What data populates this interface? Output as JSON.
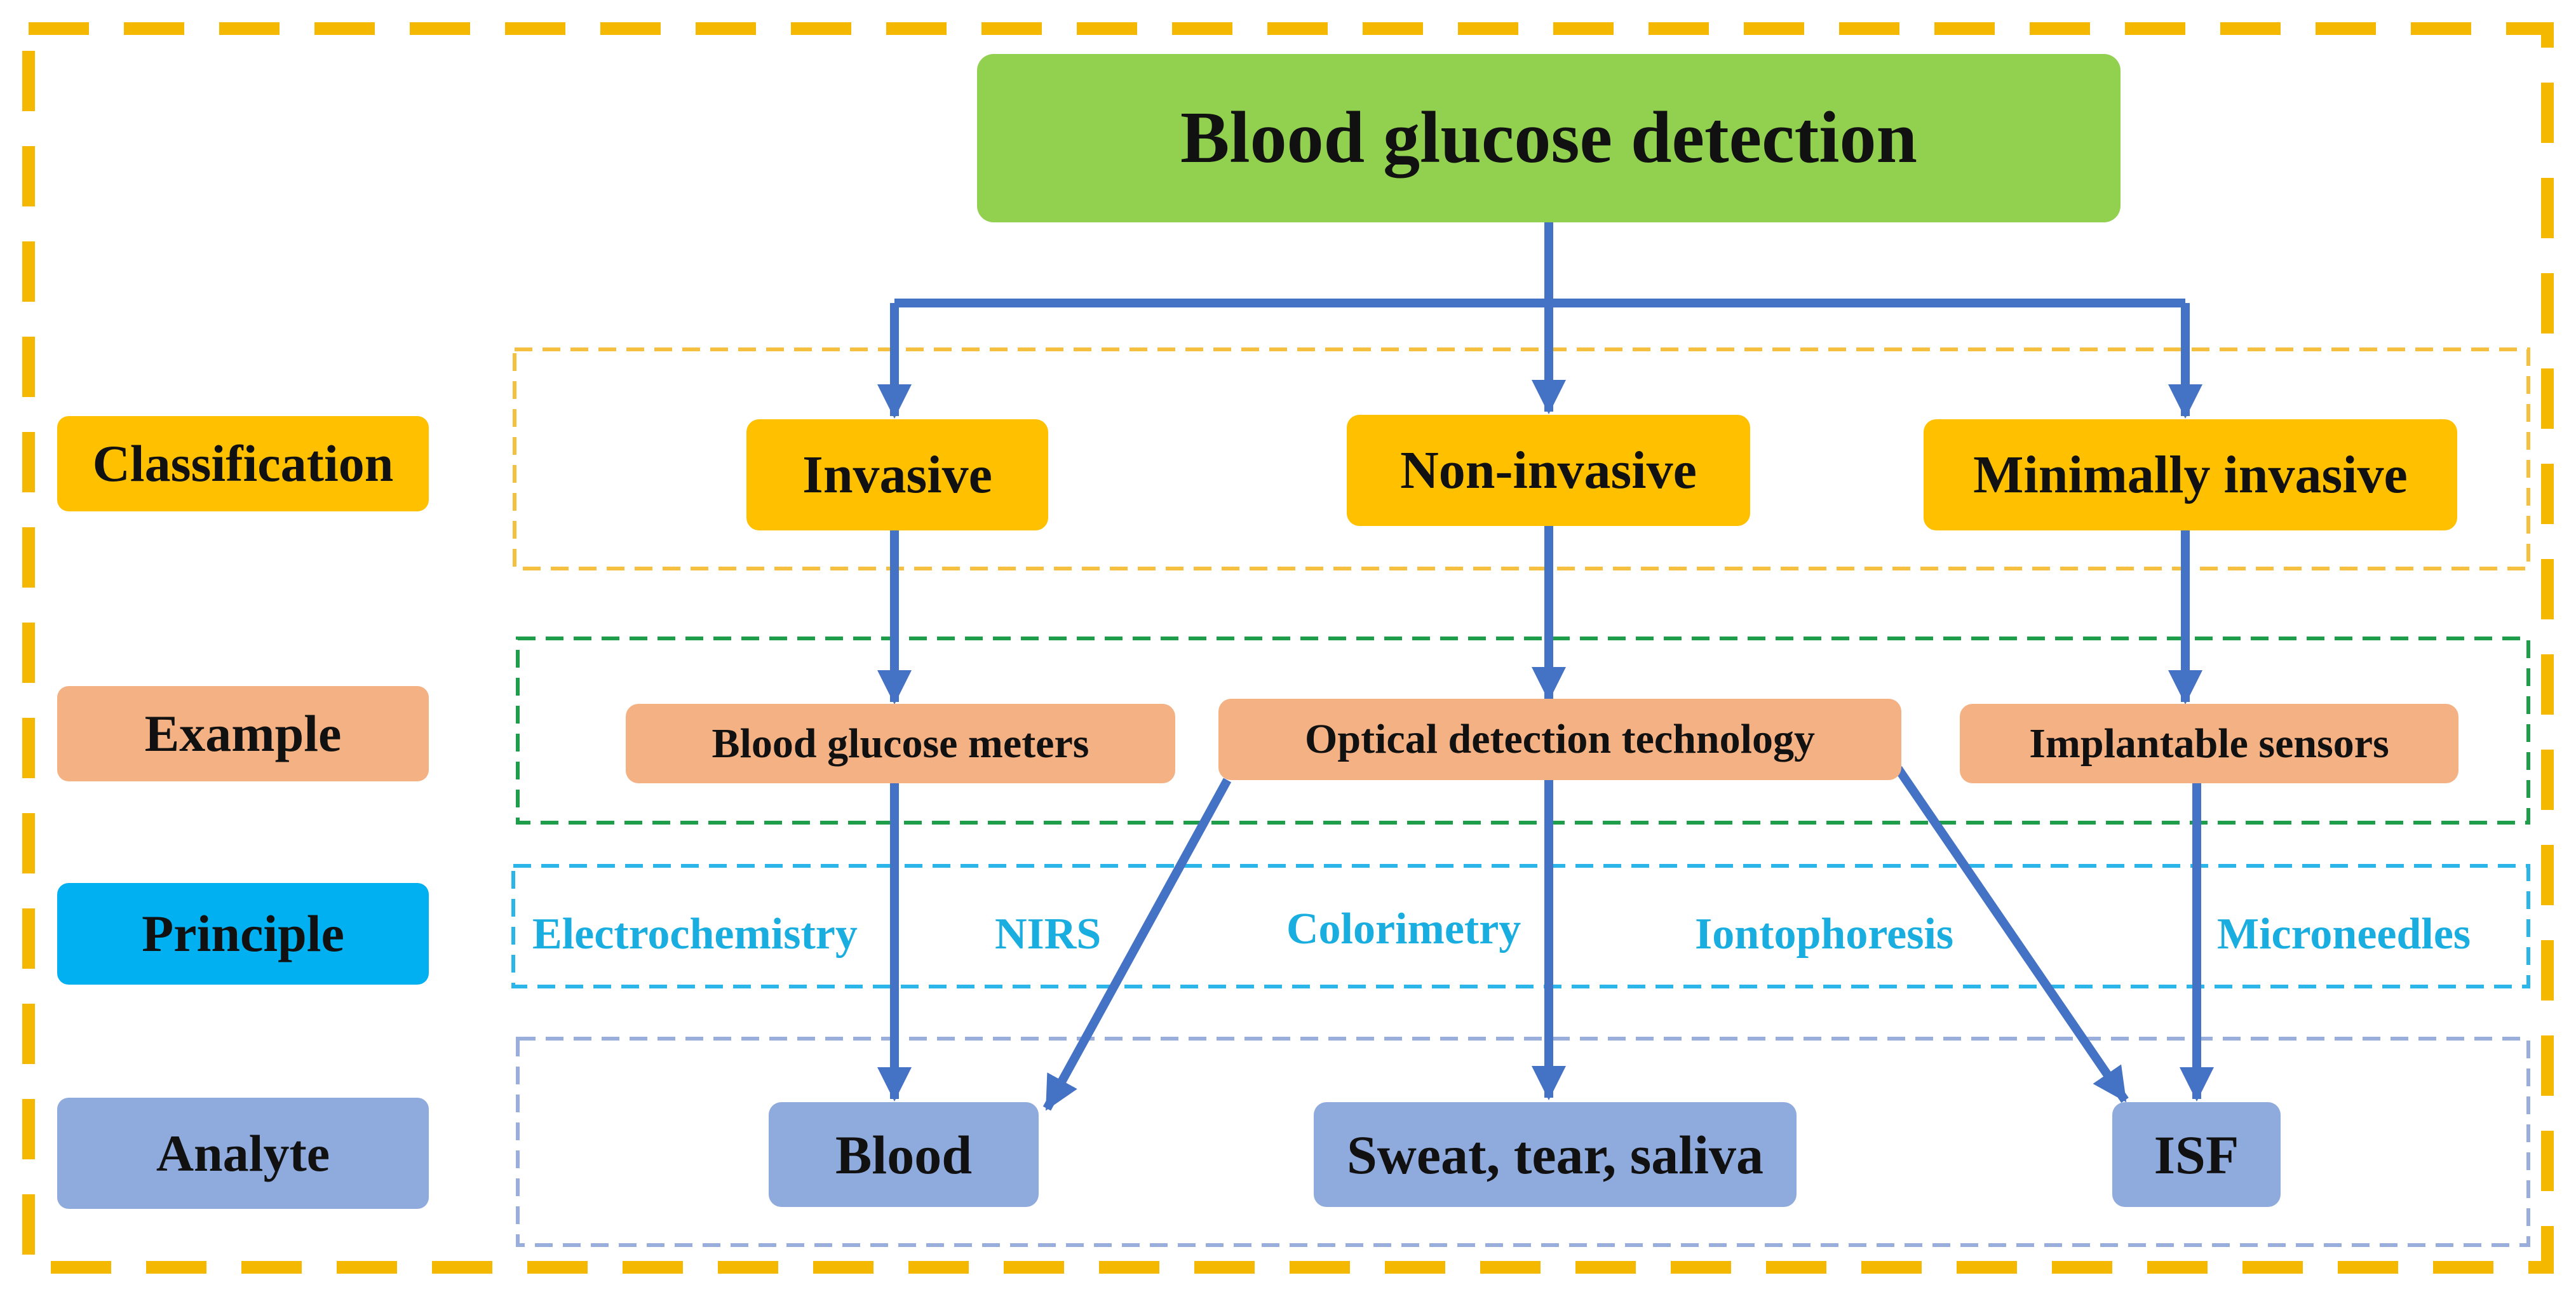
{
  "colors": {
    "outer_border": "#F5B800",
    "arrow": "#4472C4",
    "title_fill": "#92D050",
    "classification_fill": "#FFC000",
    "example_fill": "#F4B183",
    "principle_fill": "#00B0F0",
    "analyte_fill": "#8FAADC",
    "classification_dash": "#F5C040",
    "example_dash": "#1E9E4A",
    "principle_dash": "#2BB5E8",
    "analyte_dash": "#9AAEDC",
    "principle_text": "#1AAEE0"
  },
  "title": "Blood glucose detection",
  "row_labels": {
    "classification": "Classification",
    "example": "Example",
    "principle": "Principle",
    "analyte": "Analyte"
  },
  "classification": {
    "invasive": "Invasive",
    "non_invasive": "Non-invasive",
    "minimally_invasive": "Minimally invasive"
  },
  "example": {
    "meters": "Blood glucose meters",
    "optical": "Optical detection technology",
    "implantable": "Implantable sensors"
  },
  "principle": {
    "electrochemistry": "Electrochemistry",
    "nirs": "NIRS",
    "colorimetry": "Colorimetry",
    "iontophoresis": "Iontophoresis",
    "microneedles": "Microneedles"
  },
  "analyte": {
    "blood": "Blood",
    "fluids": "Sweat, tear, saliva",
    "isf": "ISF"
  }
}
